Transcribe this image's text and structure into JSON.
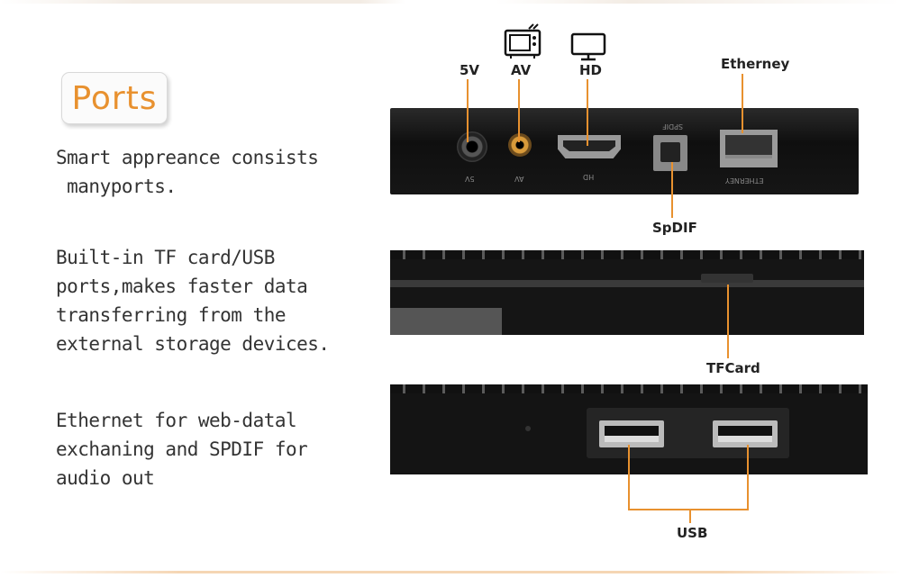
{
  "heading": {
    "title": "Ports"
  },
  "descriptions": {
    "intro": "Smart appreance consists\n manyports.",
    "storage": "Built-in TF card/USB\nports,makes faster data\ntransferring from the\nexternal storage devices.",
    "network": "Ethernet for web-datal\nexchaning and SPDIF for\naudio out"
  },
  "callouts": {
    "dc": "5V",
    "av": "AV",
    "hd": "HD",
    "ethernet": "Etherney",
    "spdif": "SpDIF",
    "tfcard": "TFCard",
    "usb": "USB"
  },
  "panel_labels": {
    "dc": "5V",
    "av": "AV",
    "hd": "HD",
    "spdif": "SPDIF",
    "ethernet": "ETHERNEY"
  },
  "icons": [
    "tv-icon",
    "monitor-icon"
  ],
  "colors": {
    "accent": "#e8912f",
    "text": "#333333",
    "device": "#141414"
  }
}
